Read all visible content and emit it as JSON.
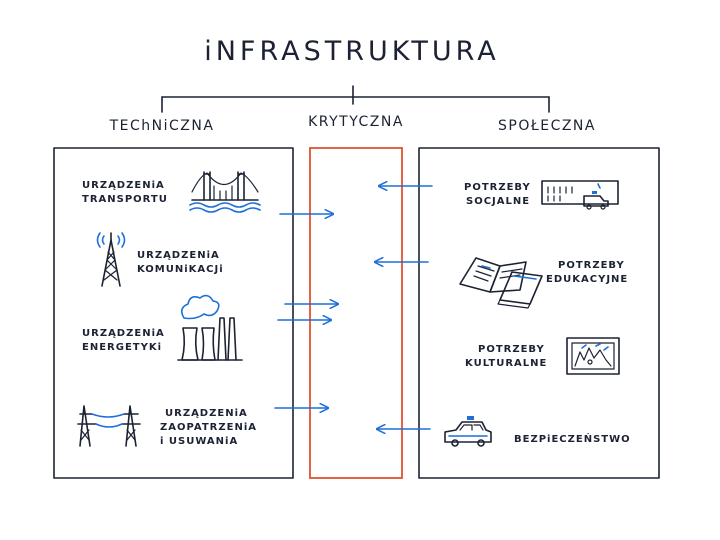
{
  "title": "iNFRASTRUKTURA",
  "columns": {
    "left": "TEChNiCZNA",
    "middle": "KRYTYCZNA",
    "right": "SPOŁECZNA"
  },
  "left_items": {
    "transport": [
      "URZĄDZENiA",
      "TRANSPORTU"
    ],
    "communication": [
      "URZĄDZENiA",
      "KOMUNiKACJi"
    ],
    "energy": [
      "URZĄDZENiA",
      "ENERGETYKi"
    ],
    "supply": [
      "URZĄDZENiA",
      "ZAOPATRZENiA",
      "i USUWANiA"
    ]
  },
  "right_items": {
    "social": [
      "POTRZEBY",
      "SOCJALNE"
    ],
    "education": [
      "POTRZEBY",
      "EDUKACYJNE"
    ],
    "culture": [
      "POTRZEBY",
      "KULTURALNE"
    ],
    "safety": [
      "BEZPiECZEŃSTWO"
    ]
  },
  "icons": {
    "transport": "bridge-icon",
    "communication": "radio-tower-icon",
    "energy": "power-plant-icon",
    "supply": "power-pylons-icon",
    "social": "hospital-ambulance-icon",
    "education": "books-icon",
    "culture": "framed-painting-icon",
    "safety": "police-car-icon"
  },
  "colors": {
    "ink": "#1c2233",
    "accent_blue": "#1e6fd9",
    "critical_box": "#e0522d"
  }
}
